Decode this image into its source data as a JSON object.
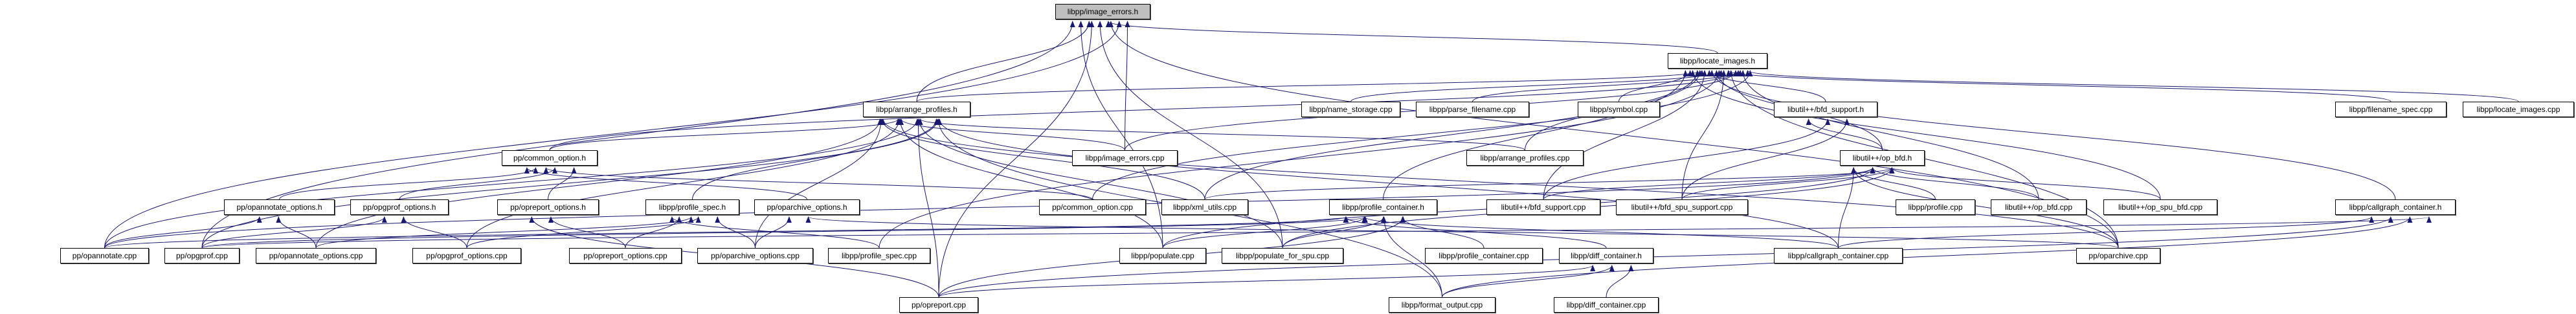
{
  "graph": {
    "root": "libpp/image_errors.h",
    "edge_color": "#191970",
    "highlight_fill": "#bfbfbf",
    "nodes": [
      {
        "label": "libpp/image_errors.h",
        "highlighted": true
      },
      {
        "label": "libpp/arrange_profiles.h"
      },
      {
        "label": "libpp/locate_images.h"
      },
      {
        "label": "libpp/name_storage.cpp"
      },
      {
        "label": "libpp/parse_filename.cpp"
      },
      {
        "label": "libpp/symbol.cpp"
      },
      {
        "label": "libutil++/bfd_support.h"
      },
      {
        "label": "libpp/filename_spec.cpp"
      },
      {
        "label": "libpp/locate_images.cpp"
      },
      {
        "label": "pp/common_option.h"
      },
      {
        "label": "libpp/image_errors.cpp"
      },
      {
        "label": "libpp/arrange_profiles.cpp"
      },
      {
        "label": "libutil++/op_bfd.h"
      },
      {
        "label": "pp/opannotate_options.h"
      },
      {
        "label": "pp/opgprof_options.h"
      },
      {
        "label": "pp/opreport_options.h"
      },
      {
        "label": "libpp/profile_spec.h"
      },
      {
        "label": "pp/oparchive_options.h"
      },
      {
        "label": "pp/common_option.cpp"
      },
      {
        "label": "libpp/xml_utils.cpp"
      },
      {
        "label": "libpp/profile_container.h"
      },
      {
        "label": "libutil++/bfd_support.cpp"
      },
      {
        "label": "libutil++/bfd_spu_support.cpp"
      },
      {
        "label": "libpp/profile.cpp"
      },
      {
        "label": "libutil++/op_bfd.cpp"
      },
      {
        "label": "libutil++/op_spu_bfd.cpp"
      },
      {
        "label": "libpp/callgraph_container.h"
      },
      {
        "label": "pp/opannotate.cpp"
      },
      {
        "label": "pp/opgprof.cpp"
      },
      {
        "label": "pp/opannotate_options.cpp"
      },
      {
        "label": "pp/opgprof_options.cpp"
      },
      {
        "label": "pp/opreport_options.cpp"
      },
      {
        "label": "pp/oparchive_options.cpp"
      },
      {
        "label": "libpp/profile_spec.cpp"
      },
      {
        "label": "libpp/populate.cpp"
      },
      {
        "label": "libpp/populate_for_spu.cpp"
      },
      {
        "label": "libpp/profile_container.cpp"
      },
      {
        "label": "libpp/diff_container.h"
      },
      {
        "label": "libpp/callgraph_container.cpp"
      },
      {
        "label": "pp/oparchive.cpp"
      },
      {
        "label": "pp/opreport.cpp"
      },
      {
        "label": "libpp/format_output.cpp"
      },
      {
        "label": "libpp/diff_container.cpp"
      }
    ],
    "edges": [
      [
        "libpp/arrange_profiles.h",
        "libpp/image_errors.h"
      ],
      [
        "libpp/locate_images.h",
        "libpp/image_errors.h"
      ],
      [
        "libpp/image_errors.cpp",
        "libpp/image_errors.h"
      ],
      [
        "libpp/populate.cpp",
        "libpp/image_errors.h"
      ],
      [
        "libpp/populate_for_spu.cpp",
        "libpp/image_errors.h"
      ],
      [
        "pp/opannotate.cpp",
        "libpp/image_errors.h"
      ],
      [
        "pp/opgprof.cpp",
        "libpp/image_errors.h"
      ],
      [
        "pp/opreport.cpp",
        "libpp/image_errors.h"
      ],
      [
        "pp/oparchive.cpp",
        "libpp/image_errors.h"
      ],
      [
        "libpp/arrange_profiles.h",
        "libpp/locate_images.h"
      ],
      [
        "libpp/name_storage.cpp",
        "libpp/locate_images.h"
      ],
      [
        "libpp/parse_filename.cpp",
        "libpp/locate_images.h"
      ],
      [
        "libpp/symbol.cpp",
        "libpp/locate_images.h"
      ],
      [
        "libutil++/bfd_support.h",
        "libpp/locate_images.h"
      ],
      [
        "libpp/filename_spec.cpp",
        "libpp/locate_images.h"
      ],
      [
        "libpp/locate_images.cpp",
        "libpp/locate_images.h"
      ],
      [
        "libpp/arrange_profiles.cpp",
        "libpp/locate_images.h"
      ],
      [
        "libutil++/op_bfd.h",
        "libpp/locate_images.h"
      ],
      [
        "libpp/image_errors.cpp",
        "libpp/locate_images.h"
      ],
      [
        "libpp/profile_container.h",
        "libpp/locate_images.h"
      ],
      [
        "libutil++/bfd_support.cpp",
        "libpp/locate_images.h"
      ],
      [
        "libutil++/bfd_spu_support.cpp",
        "libpp/locate_images.h"
      ],
      [
        "libutil++/op_bfd.cpp",
        "libpp/locate_images.h"
      ],
      [
        "libutil++/op_spu_bfd.cpp",
        "libpp/locate_images.h"
      ],
      [
        "libpp/callgraph_container.h",
        "libpp/locate_images.h"
      ],
      [
        "pp/oparchive.cpp",
        "libpp/locate_images.h"
      ],
      [
        "pp/common_option.cpp",
        "libpp/locate_images.h"
      ],
      [
        "libpp/xml_utils.cpp",
        "libpp/locate_images.h"
      ],
      [
        "libpp/profile_spec.cpp",
        "libpp/locate_images.h"
      ],
      [
        "pp/common_option.h",
        "libpp/locate_images.h"
      ],
      [
        "pp/common_option.h",
        "libpp/arrange_profiles.h"
      ],
      [
        "pp/opannotate.cpp",
        "libpp/arrange_profiles.h"
      ],
      [
        "pp/opgprof.cpp",
        "libpp/arrange_profiles.h"
      ],
      [
        "pp/opannotate_options.cpp",
        "libpp/arrange_profiles.h"
      ],
      [
        "pp/opgprof_options.cpp",
        "libpp/arrange_profiles.h"
      ],
      [
        "pp/opreport.cpp",
        "libpp/arrange_profiles.h"
      ],
      [
        "libpp/profile_spec.h",
        "libpp/arrange_profiles.h"
      ],
      [
        "pp/oparchive_options.cpp",
        "libpp/arrange_profiles.h"
      ],
      [
        "libpp/populate.cpp",
        "libpp/arrange_profiles.h"
      ],
      [
        "libpp/populate_for_spu.cpp",
        "libpp/arrange_profiles.h"
      ],
      [
        "libpp/format_output.cpp",
        "libpp/arrange_profiles.h"
      ],
      [
        "libpp/xml_utils.cpp",
        "libpp/arrange_profiles.h"
      ],
      [
        "libpp/image_errors.cpp",
        "libpp/arrange_profiles.h"
      ],
      [
        "libpp/arrange_profiles.cpp",
        "libpp/arrange_profiles.h"
      ],
      [
        "libpp/callgraph_container.cpp",
        "libpp/arrange_profiles.h"
      ],
      [
        "pp/oparchive.cpp",
        "libpp/arrange_profiles.h"
      ],
      [
        "pp/opannotate_options.h",
        "pp/common_option.h"
      ],
      [
        "pp/opgprof_options.h",
        "pp/common_option.h"
      ],
      [
        "pp/opreport_options.h",
        "pp/common_option.h"
      ],
      [
        "pp/oparchive_options.h",
        "pp/common_option.h"
      ],
      [
        "pp/common_option.cpp",
        "pp/common_option.h"
      ],
      [
        "pp/opannotate.cpp",
        "pp/opannotate_options.h"
      ],
      [
        "pp/opannotate_options.cpp",
        "pp/opannotate_options.h"
      ],
      [
        "pp/opgprof.cpp",
        "pp/opgprof_options.h"
      ],
      [
        "pp/opgprof_options.cpp",
        "pp/opgprof_options.h"
      ],
      [
        "pp/opreport.cpp",
        "pp/opreport_options.h"
      ],
      [
        "pp/opreport_options.cpp",
        "pp/opreport_options.h"
      ],
      [
        "pp/opreport_options.cpp",
        "libpp/profile_spec.h"
      ],
      [
        "pp/opgprof_options.cpp",
        "libpp/profile_spec.h"
      ],
      [
        "pp/oparchive_options.cpp",
        "libpp/profile_spec.h"
      ],
      [
        "libpp/profile_spec.cpp",
        "libpp/profile_spec.h"
      ],
      [
        "pp/opannotate_options.cpp",
        "libpp/profile_spec.h"
      ],
      [
        "pp/oparchive_options.cpp",
        "pp/oparchive_options.h"
      ],
      [
        "pp/oparchive.cpp",
        "pp/oparchive_options.h"
      ],
      [
        "libutil++/op_bfd.h",
        "libutil++/bfd_support.h"
      ],
      [
        "libutil++/bfd_support.cpp",
        "libutil++/bfd_support.h"
      ],
      [
        "libutil++/bfd_spu_support.cpp",
        "libutil++/bfd_support.h"
      ],
      [
        "libutil++/bfd_support.cpp",
        "libutil++/op_bfd.h"
      ],
      [
        "libutil++/bfd_spu_support.cpp",
        "libutil++/op_bfd.h"
      ],
      [
        "libpp/profile.cpp",
        "libutil++/op_bfd.h"
      ],
      [
        "libutil++/op_bfd.cpp",
        "libutil++/op_bfd.h"
      ],
      [
        "libutil++/op_spu_bfd.cpp",
        "libutil++/op_bfd.h"
      ],
      [
        "libpp/callgraph_container.cpp",
        "libutil++/op_bfd.h"
      ],
      [
        "libpp/populate.cpp",
        "libutil++/op_bfd.h"
      ],
      [
        "libpp/populate_for_spu.cpp",
        "libutil++/op_bfd.h"
      ],
      [
        "pp/oparchive.cpp",
        "libutil++/op_bfd.h"
      ],
      [
        "pp/opannotate.cpp",
        "libutil++/op_bfd.h"
      ],
      [
        "libpp/xml_utils.cpp",
        "libutil++/op_bfd.h"
      ],
      [
        "libpp/populate.cpp",
        "libpp/profile_container.h"
      ],
      [
        "libpp/populate_for_spu.cpp",
        "libpp/profile_container.h"
      ],
      [
        "libpp/profile_container.cpp",
        "libpp/profile_container.h"
      ],
      [
        "libpp/diff_container.h",
        "libpp/profile_container.h"
      ],
      [
        "libpp/callgraph_container.cpp",
        "libpp/profile_container.h"
      ],
      [
        "libpp/format_output.cpp",
        "libpp/profile_container.h"
      ],
      [
        "pp/opreport.cpp",
        "libpp/profile_container.h"
      ],
      [
        "pp/opannotate.cpp",
        "libpp/profile_container.h"
      ],
      [
        "pp/opgprof.cpp",
        "libpp/profile_container.h"
      ],
      [
        "pp/opreport.cpp",
        "libpp/diff_container.h"
      ],
      [
        "libpp/format_output.cpp",
        "libpp/diff_container.h"
      ],
      [
        "libpp/diff_container.cpp",
        "libpp/diff_container.h"
      ],
      [
        "libpp/callgraph_container.cpp",
        "libpp/callgraph_container.h"
      ],
      [
        "pp/opreport.cpp",
        "libpp/callgraph_container.h"
      ],
      [
        "libpp/format_output.cpp",
        "libpp/callgraph_container.h"
      ],
      [
        "pp/opgprof.cpp",
        "libpp/callgraph_container.h"
      ]
    ]
  }
}
